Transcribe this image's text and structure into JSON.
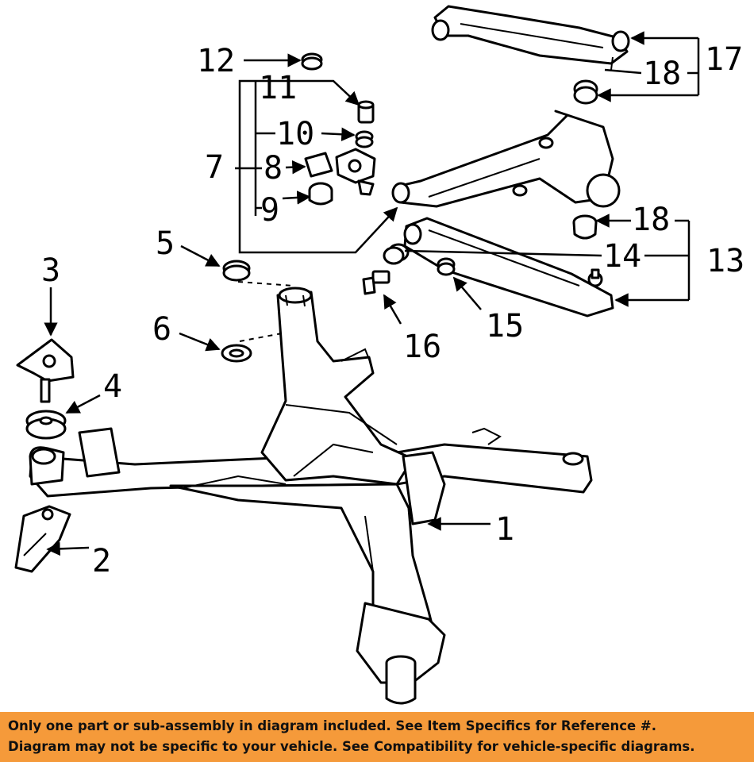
{
  "callouts": {
    "c1": "1",
    "c2": "2",
    "c3": "3",
    "c4": "4",
    "c5": "5",
    "c6": "6",
    "c7": "7",
    "c8": "8",
    "c9": "9",
    "c10": "10",
    "c11": "11",
    "c12": "12",
    "c13": "13",
    "c14": "14",
    "c15": "15",
    "c16": "16",
    "c17": "17",
    "c18a": "18",
    "c18b": "18"
  },
  "footer": {
    "line1": "Only one part or sub-assembly in diagram included. See Item Specifics for Reference #.",
    "line2": "Diagram may not be specific to your vehicle. See Compatibility for vehicle-specific diagrams.",
    "background": "#f59a3a"
  }
}
